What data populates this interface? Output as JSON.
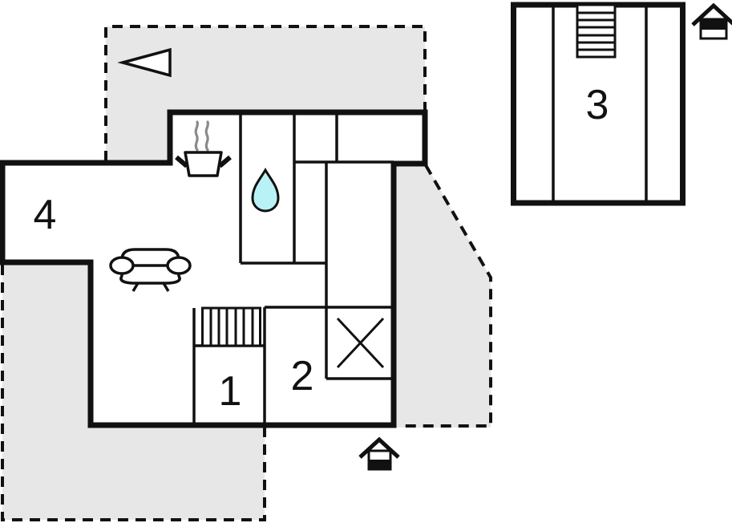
{
  "plan": {
    "rooms": [
      {
        "id": "room-1",
        "label": "1"
      },
      {
        "id": "room-2",
        "label": "2"
      },
      {
        "id": "room-3",
        "label": "3"
      },
      {
        "id": "room-4",
        "label": "4"
      }
    ],
    "icons": [
      {
        "name": "direction-arrow-icon"
      },
      {
        "name": "stove-pot-icon"
      },
      {
        "name": "water-drop-icon"
      },
      {
        "name": "sofa-icon"
      },
      {
        "name": "stairs-ground-icon"
      },
      {
        "name": "stairs-upper-icon"
      },
      {
        "name": "cross-marker-icon"
      },
      {
        "name": "ground-floor-house-icon"
      },
      {
        "name": "upper-floor-house-icon"
      }
    ],
    "colors": {
      "wall": "#111111",
      "terrace_fill": "#e7e7e7",
      "water_drop_fill": "#b8f2f6",
      "steam": "#8a8a8a",
      "background": "#ffffff"
    }
  }
}
